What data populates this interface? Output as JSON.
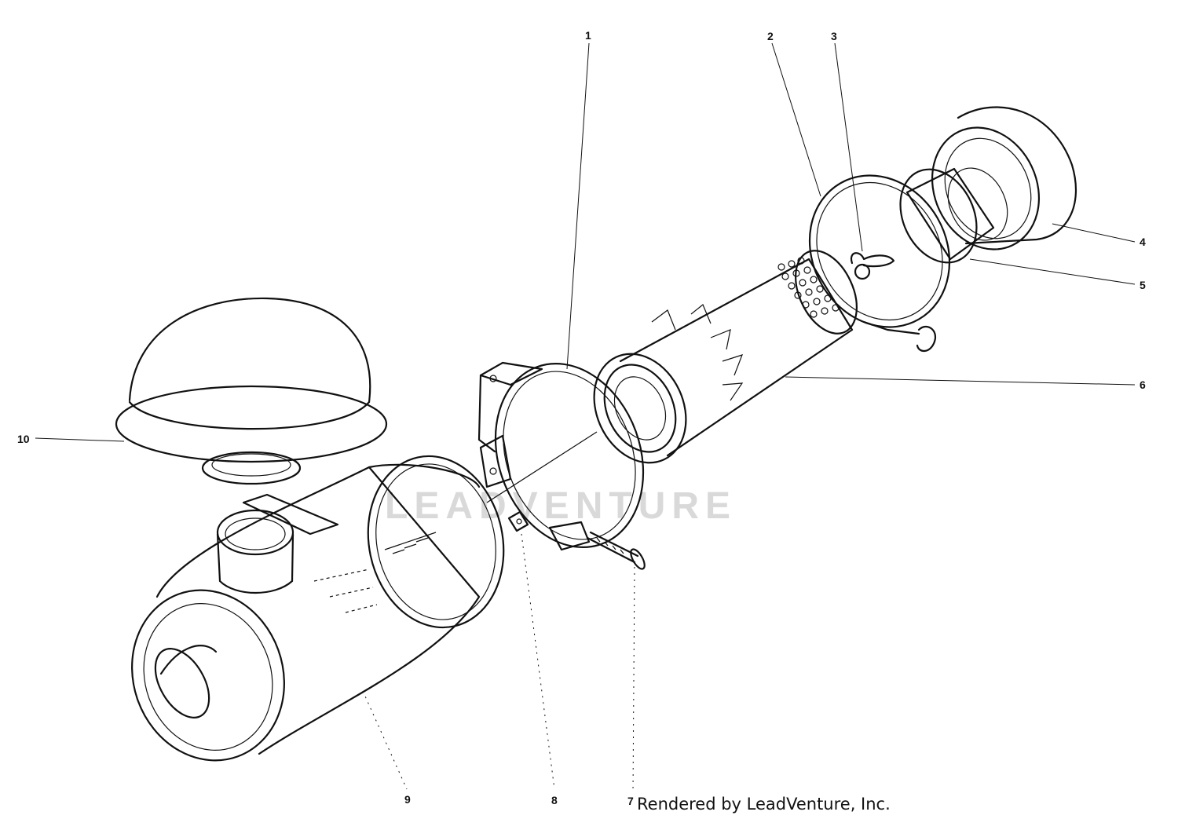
{
  "diagram": {
    "callouts": [
      "1",
      "2",
      "3",
      "4",
      "5",
      "6",
      "7",
      "8",
      "9",
      "10"
    ],
    "watermark": "LEADVENTURE",
    "credit": "Rendered by LeadVenture, Inc."
  }
}
